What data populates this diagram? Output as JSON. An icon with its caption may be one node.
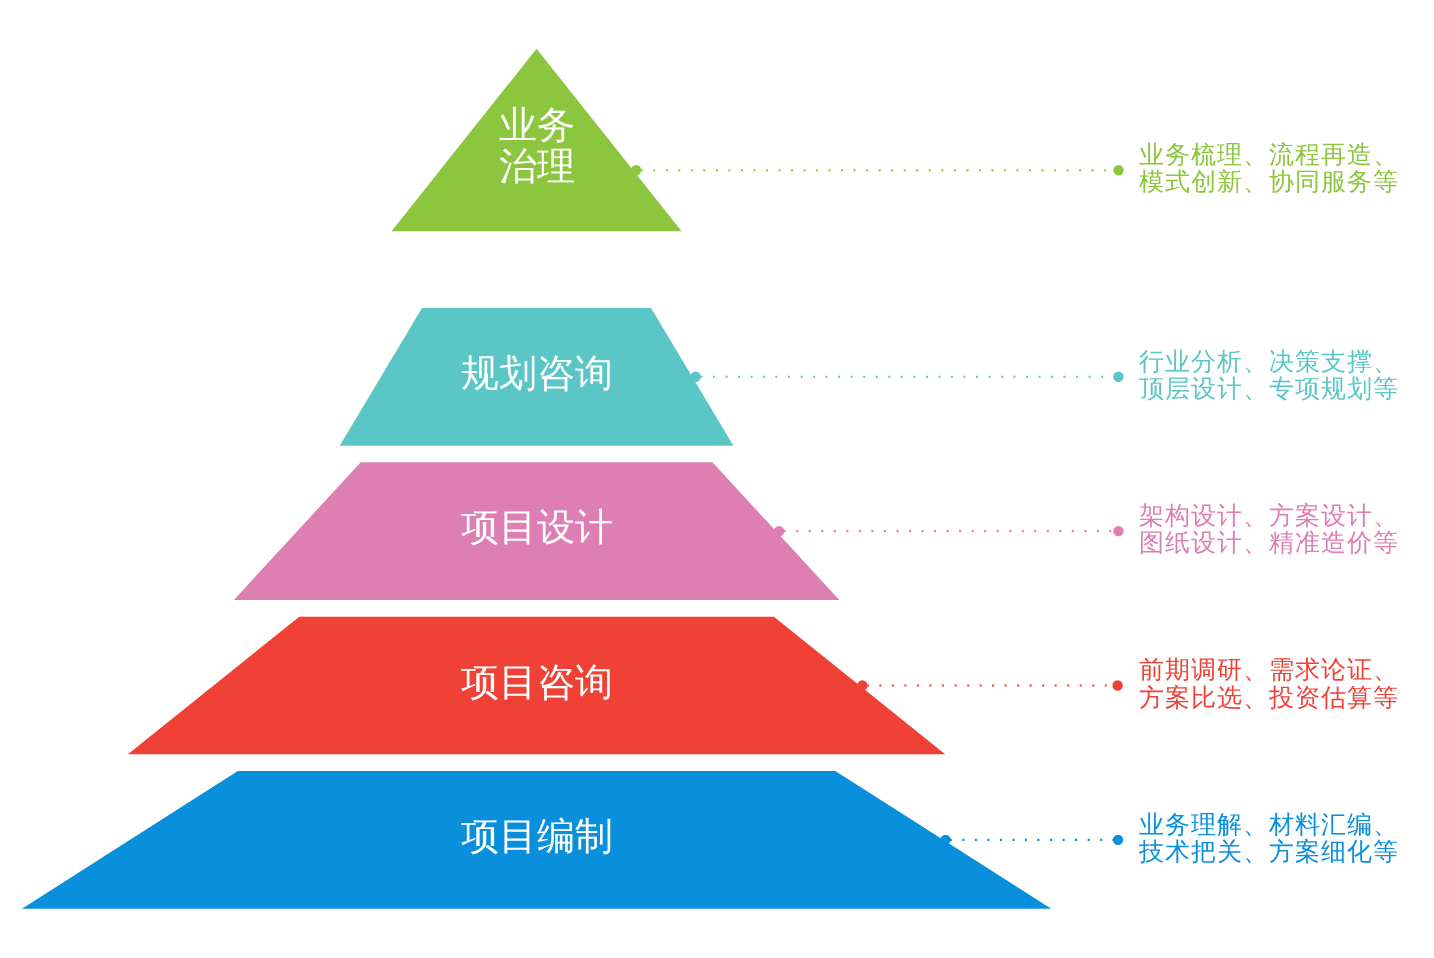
{
  "diagram": {
    "nodes": [
      {
        "text": [
          "业务治理"
        ]
      },
      {
        "text": [
          "业务梳理、流程再造、模式创新、协同服务等"
        ]
      },
      {
        "text": [
          "规划咨询"
        ]
      },
      {
        "text": [
          "行业分析、决策支撑、顶层设计、专项规划等"
        ]
      },
      {
        "text": [
          "项目设计"
        ]
      },
      {
        "text": [
          "架构设计、方案设计、图纸设计、精准造价等"
        ]
      },
      {
        "text": [
          "项目咨询"
        ]
      },
      {
        "text": [
          "前期调研、需求论证、方案比选、投资估算等"
        ]
      },
      {
        "text": [
          "项目编制"
        ]
      },
      {
        "text": [
          "业务理解、材料汇编、技术把关、方案细化等"
        ]
      }
    ],
    "edges": [
      {
        "from": 0,
        "to": 1,
        "arrow": "other",
        "style": "dashed",
        "color": "#8cc63f"
      },
      {
        "from": 2,
        "to": 3,
        "arrow": "other",
        "style": "dashed",
        "color": "#5bc6c6"
      },
      {
        "from": 4,
        "to": 5,
        "arrow": "other",
        "style": "dashed",
        "color": "#de7fb4"
      },
      {
        "from": 6,
        "to": 7,
        "arrow": "other",
        "style": "dashed",
        "color": "#ef4136"
      },
      {
        "from": 8,
        "to": 9,
        "arrow": "other",
        "style": "dashed",
        "color": "#0a8fdc"
      }
    ]
  }
}
